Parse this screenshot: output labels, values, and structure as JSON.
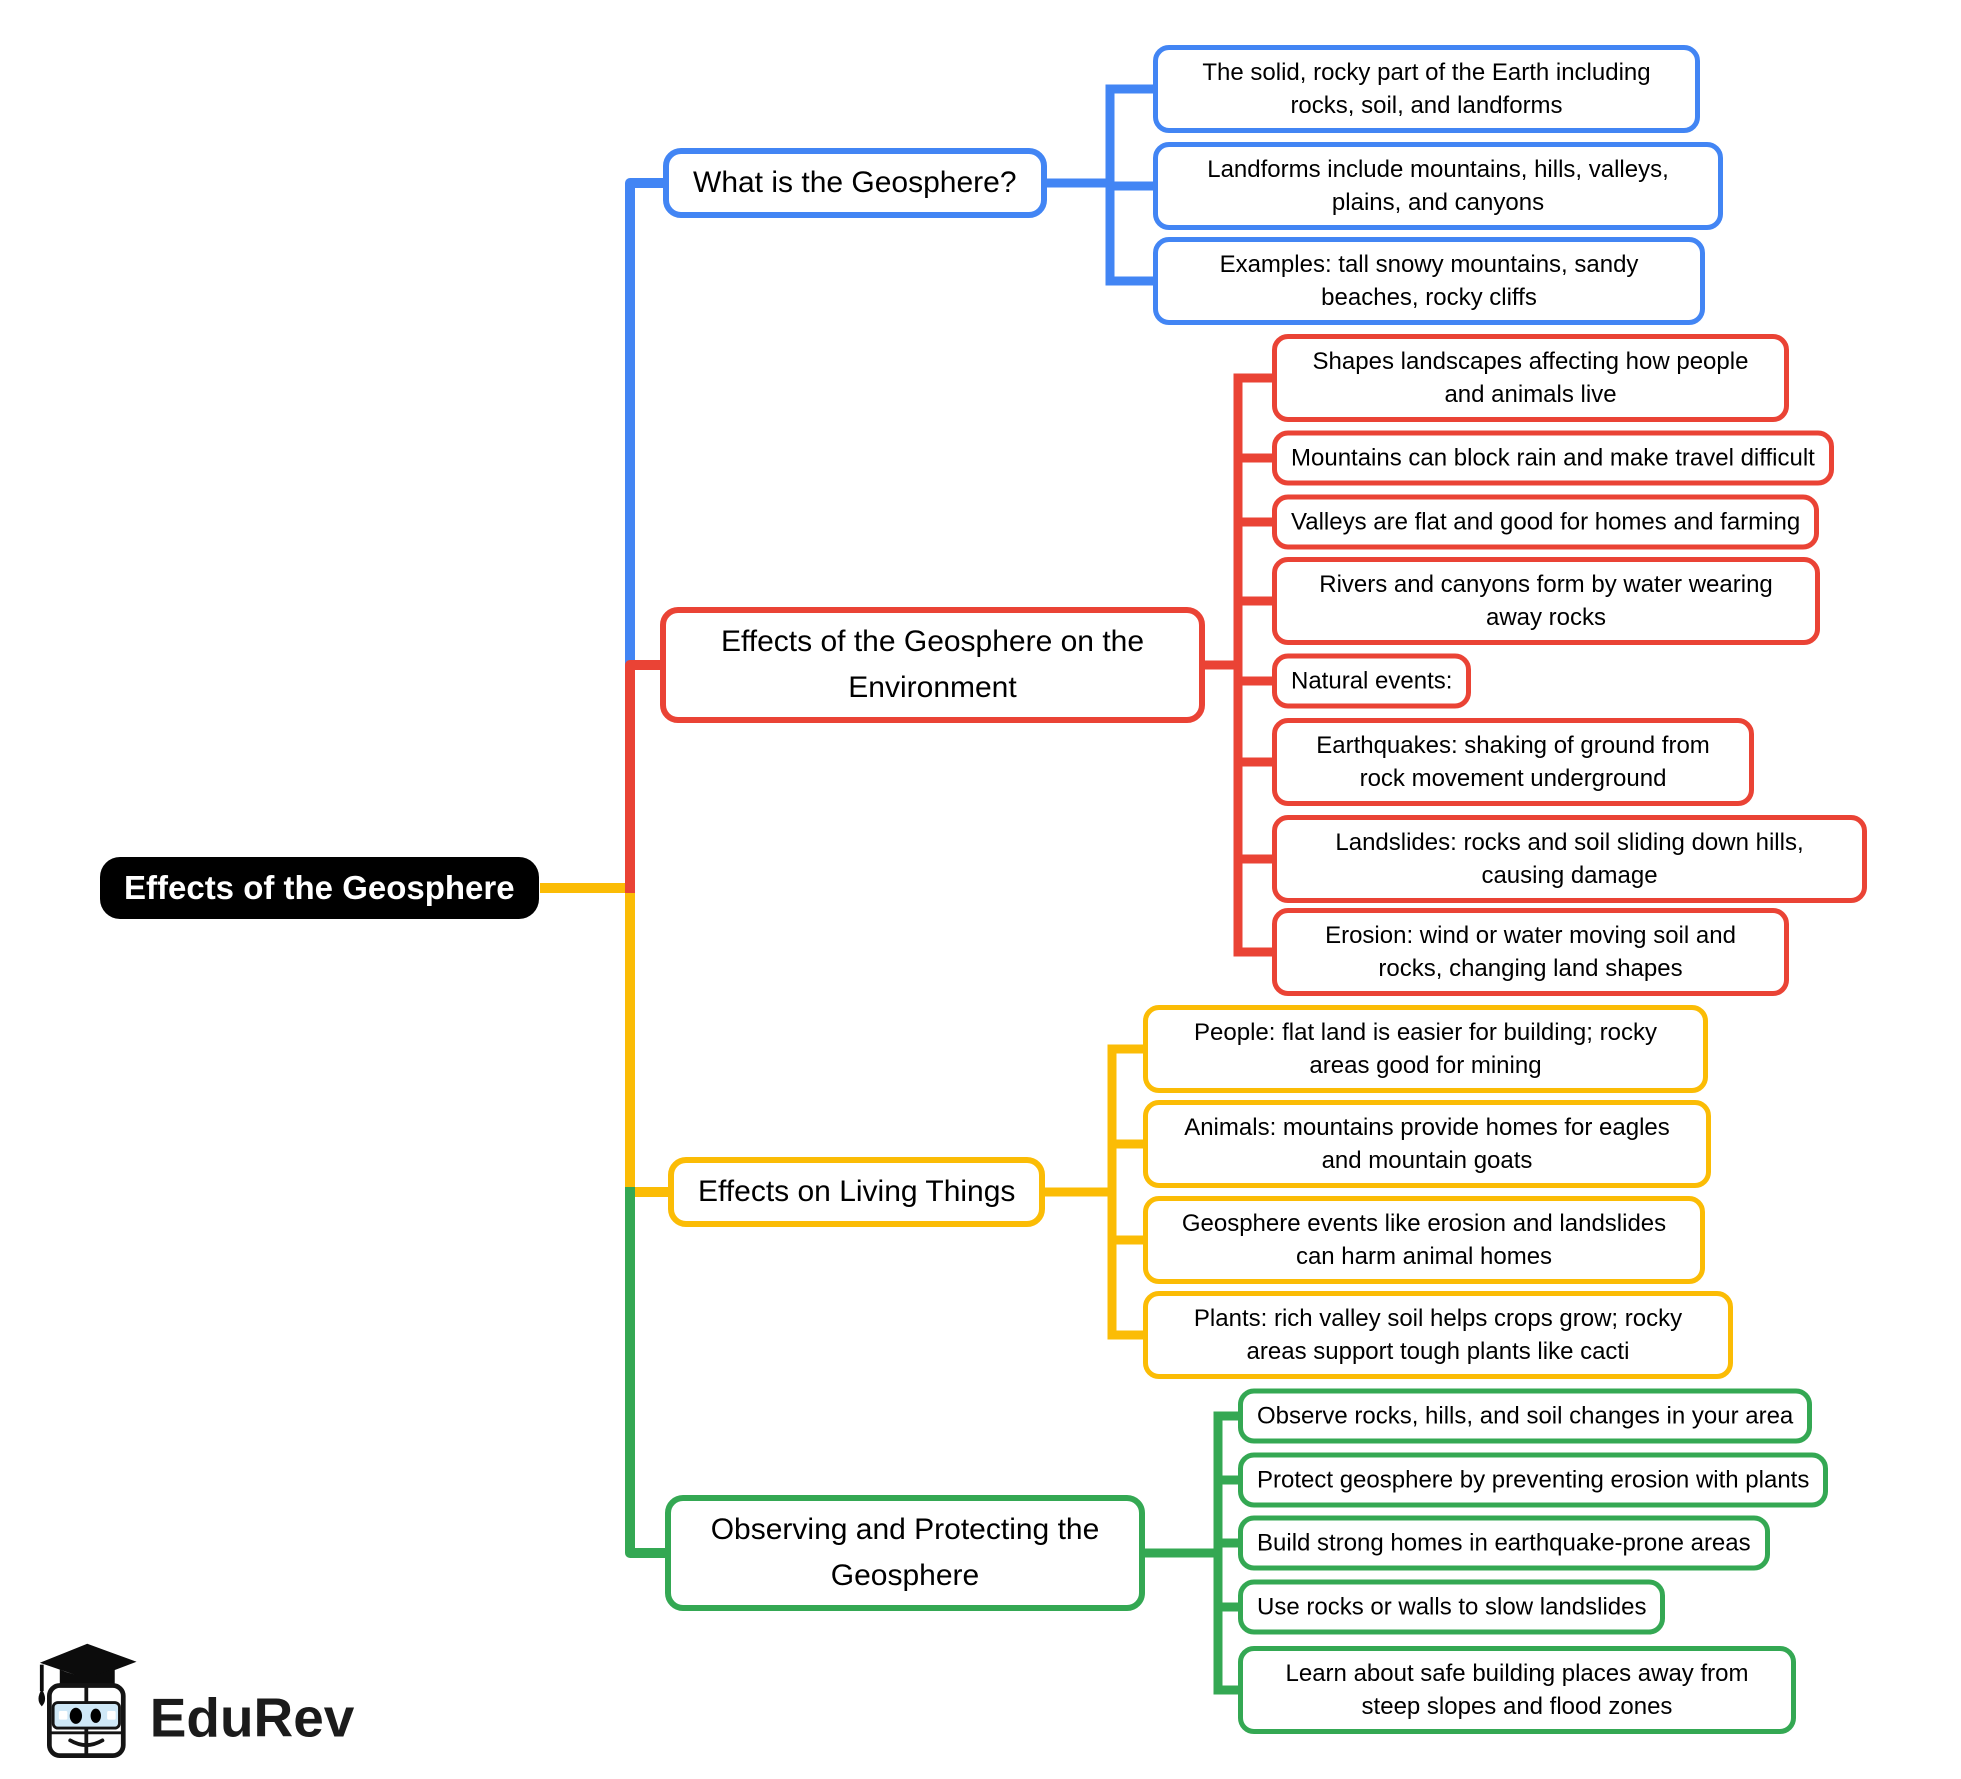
{
  "root": {
    "label": "Effects of the Geosphere"
  },
  "branches": [
    {
      "label": "What is the Geosphere?",
      "color": "#4285F4",
      "children": [
        "The solid, rocky part of the Earth including rocks, soil, and landforms",
        "Landforms include mountains, hills, valleys, plains, and canyons",
        "Examples: tall snowy mountains, sandy beaches, rocky cliffs"
      ]
    },
    {
      "label": "Effects of the Geosphere on the Environment",
      "color": "#EA4335",
      "children": [
        "Shapes landscapes affecting how people and animals live",
        "Mountains can block rain and make travel difficult",
        "Valleys are flat and good for homes and farming",
        "Rivers and canyons form by water wearing away rocks",
        "Natural events:",
        "Earthquakes: shaking of ground from rock movement underground",
        "Landslides: rocks and soil sliding down hills, causing damage",
        "Erosion: wind or water moving soil and rocks, changing land shapes"
      ]
    },
    {
      "label": "Effects on Living Things",
      "color": "#FBBC05",
      "children": [
        "People: flat land is easier for building; rocky areas good for mining",
        "Animals: mountains provide homes for eagles and mountain goats",
        "Geosphere events like erosion and landslides can harm animal homes",
        "Plants: rich valley soil helps crops grow; rocky areas support tough plants like cacti"
      ]
    },
    {
      "label": "Observing and Protecting the Geosphere",
      "color": "#34A853",
      "children": [
        "Observe rocks, hills, and soil changes in your area",
        "Protect geosphere by preventing erosion with plants",
        "Build strong homes in earthquake-prone areas",
        "Use rocks or walls to slow landslides",
        "Learn about safe building places away from steep slopes and flood zones"
      ]
    }
  ],
  "colors": {
    "blue": "#4285F4",
    "red": "#EA4335",
    "yellow": "#FBBC05",
    "green": "#34A853",
    "root_bg": "#000000",
    "root_text": "#ffffff"
  },
  "logo": {
    "wordmark": "EduRev"
  }
}
